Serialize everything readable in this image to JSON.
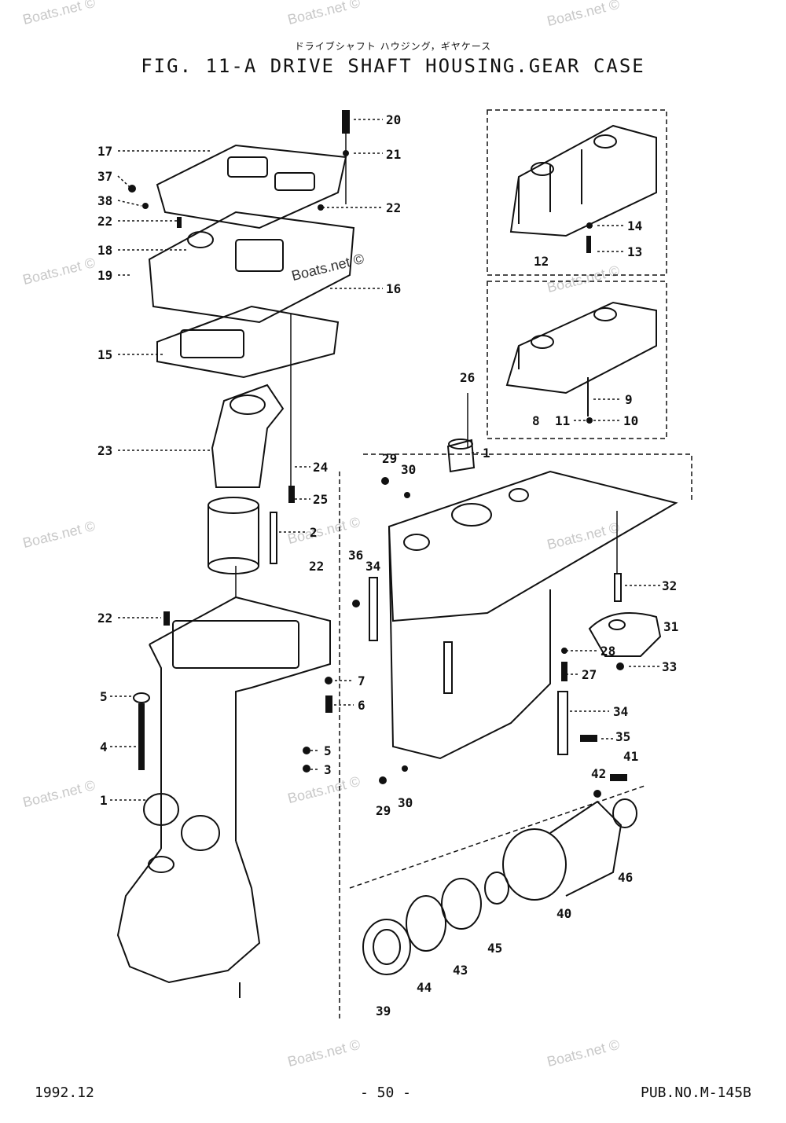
{
  "header": {
    "subtitle_jp": "ドライブシャフト ハウジング，ギヤケース",
    "title": "FIG. 11-A DRIVE SHAFT HOUSING.GEAR CASE"
  },
  "footer": {
    "date": "1992.12",
    "page": "- 50 -",
    "pub": "PUB.NO.M-145B"
  },
  "watermarks": [
    {
      "text": "Boats.net ©"
    },
    {
      "text": "Boats.net ©"
    },
    {
      "text": "Boats.net ©"
    },
    {
      "text": "Boats.net ©"
    },
    {
      "text": "Boats.net ©"
    },
    {
      "text": "Boats.net ©"
    },
    {
      "text": "Boats.net ©"
    },
    {
      "text": "Boats.net ©"
    },
    {
      "text": "Boats.net ©"
    },
    {
      "text": "Boats.net ©"
    },
    {
      "text": "Boats.net ©"
    },
    {
      "text": "Boats.net ©"
    },
    {
      "text": "Boats.net ©"
    }
  ],
  "callouts": [
    {
      "n": "20"
    },
    {
      "n": "21"
    },
    {
      "n": "17"
    },
    {
      "n": "37"
    },
    {
      "n": "38"
    },
    {
      "n": "22"
    },
    {
      "n": "22"
    },
    {
      "n": "18"
    },
    {
      "n": "19"
    },
    {
      "n": "16"
    },
    {
      "n": "15"
    },
    {
      "n": "23"
    },
    {
      "n": "24"
    },
    {
      "n": "25"
    },
    {
      "n": "2"
    },
    {
      "n": "22"
    },
    {
      "n": "22"
    },
    {
      "n": "5"
    },
    {
      "n": "4"
    },
    {
      "n": "7"
    },
    {
      "n": "6"
    },
    {
      "n": "5"
    },
    {
      "n": "3"
    },
    {
      "n": "1"
    },
    {
      "n": "14"
    },
    {
      "n": "13"
    },
    {
      "n": "12"
    },
    {
      "n": "9"
    },
    {
      "n": "8"
    },
    {
      "n": "11"
    },
    {
      "n": "10"
    },
    {
      "n": "26"
    },
    {
      "n": "1"
    },
    {
      "n": "29"
    },
    {
      "n": "30"
    },
    {
      "n": "36"
    },
    {
      "n": "34"
    },
    {
      "n": "32"
    },
    {
      "n": "31"
    },
    {
      "n": "28"
    },
    {
      "n": "33"
    },
    {
      "n": "27"
    },
    {
      "n": "34"
    },
    {
      "n": "35"
    },
    {
      "n": "41"
    },
    {
      "n": "42"
    },
    {
      "n": "29"
    },
    {
      "n": "30"
    },
    {
      "n": "46"
    },
    {
      "n": "40"
    },
    {
      "n": "45"
    },
    {
      "n": "43"
    },
    {
      "n": "44"
    },
    {
      "n": "39"
    }
  ]
}
